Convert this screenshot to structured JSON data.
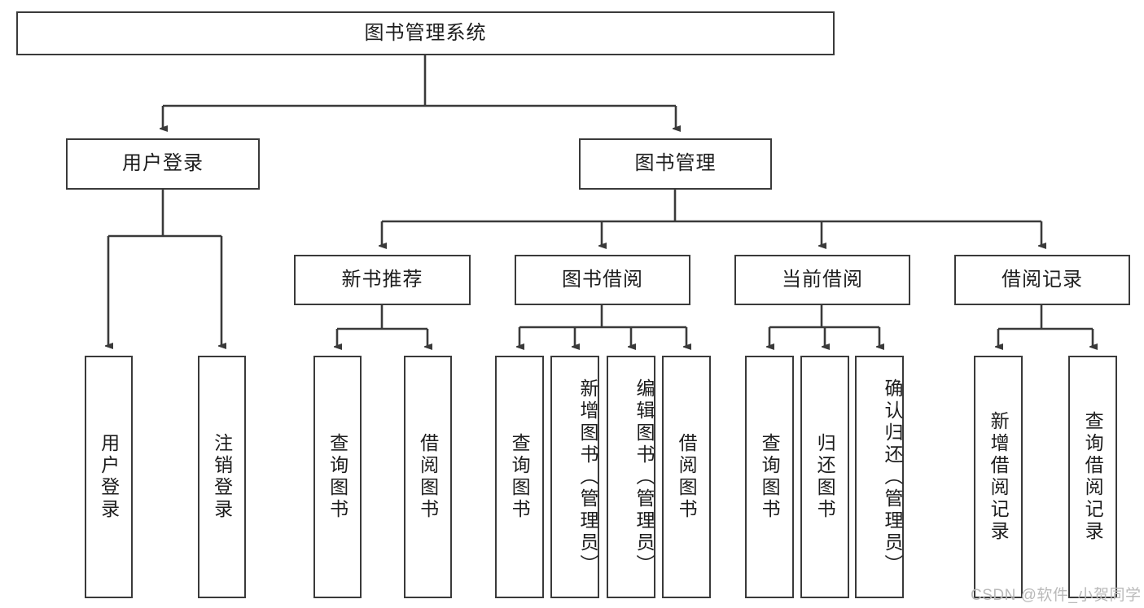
{
  "diagram": {
    "type": "tree-hierarchy-diagram",
    "title": "图书管理系统",
    "style": {
      "box_border_color": "#3a3a3a",
      "box_fill_color": "#ffffff",
      "line_color": "#3a3a3a",
      "text_color": "#1d1d1d",
      "background": "#ffffff"
    },
    "levels": {
      "root": {
        "id": "root",
        "label": "图书管理系统"
      },
      "level2": [
        {
          "id": "user-login",
          "label": "用户登录"
        },
        {
          "id": "book-manage",
          "label": "图书管理"
        }
      ],
      "level3": [
        {
          "id": "new-book-recommend",
          "label": "新书推荐",
          "parent": "book-manage"
        },
        {
          "id": "book-borrow",
          "label": "图书借阅",
          "parent": "book-manage"
        },
        {
          "id": "current-borrow",
          "label": "当前借阅",
          "parent": "book-manage"
        },
        {
          "id": "borrow-record",
          "label": "借阅记录",
          "parent": "book-manage"
        }
      ],
      "leaves": [
        {
          "id": "leaf-user-login",
          "label": "用户登录",
          "parent": "user-login"
        },
        {
          "id": "leaf-logout-login",
          "label": "注销登录",
          "parent": "user-login"
        },
        {
          "id": "leaf-query-book-1",
          "label": "查询图书",
          "parent": "new-book-recommend"
        },
        {
          "id": "leaf-borrow-book-1",
          "label": "借阅图书",
          "parent": "new-book-recommend"
        },
        {
          "id": "leaf-query-book-2",
          "label": "查询图书",
          "parent": "book-borrow"
        },
        {
          "id": "leaf-add-book",
          "label": "新增图书（管理员）",
          "parent": "book-borrow"
        },
        {
          "id": "leaf-edit-book",
          "label": "编辑图书（管理员）",
          "parent": "book-borrow"
        },
        {
          "id": "leaf-borrow-book-2",
          "label": "借阅图书",
          "parent": "book-borrow"
        },
        {
          "id": "leaf-query-book-3",
          "label": "查询图书",
          "parent": "current-borrow"
        },
        {
          "id": "leaf-return-book",
          "label": "归还图书",
          "parent": "current-borrow"
        },
        {
          "id": "leaf-confirm-return",
          "label": "确认归还（管理员）",
          "parent": "current-borrow"
        },
        {
          "id": "leaf-add-record",
          "label": "新增借阅记录",
          "parent": "borrow-record"
        },
        {
          "id": "leaf-query-record",
          "label": "查询借阅记录",
          "parent": "borrow-record"
        }
      ]
    }
  },
  "watermark": {
    "text": "CSDN @软件_小贺同学"
  }
}
